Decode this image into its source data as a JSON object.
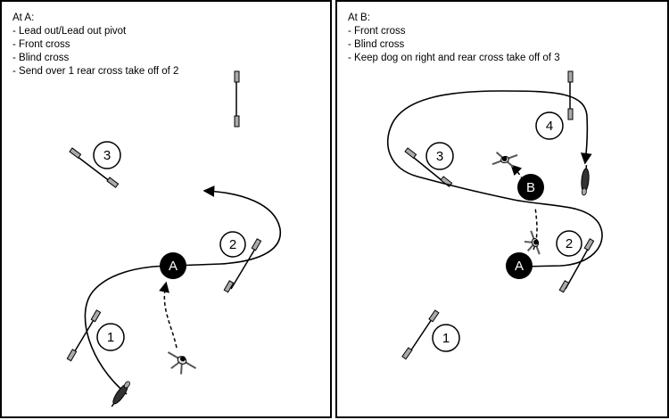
{
  "panel_a": {
    "heading": "At A:",
    "notes": [
      "- Lead out/Lead out pivot",
      "- Front cross",
      "- Blind cross",
      "- Send over 1 rear cross take off of 2"
    ],
    "jumps": [
      "1",
      "2",
      "3"
    ],
    "handler_marker": "A"
  },
  "panel_b": {
    "heading": "At B:",
    "notes": [
      "- Front cross",
      "- Blind cross",
      "- Keep dog on right and rear cross take off of 3"
    ],
    "jumps": [
      "1",
      "2",
      "3",
      "4"
    ],
    "handler_markers": [
      "A",
      "B"
    ]
  },
  "colors": {
    "line": "#000000",
    "background": "#ffffff",
    "bar": "#888888"
  }
}
